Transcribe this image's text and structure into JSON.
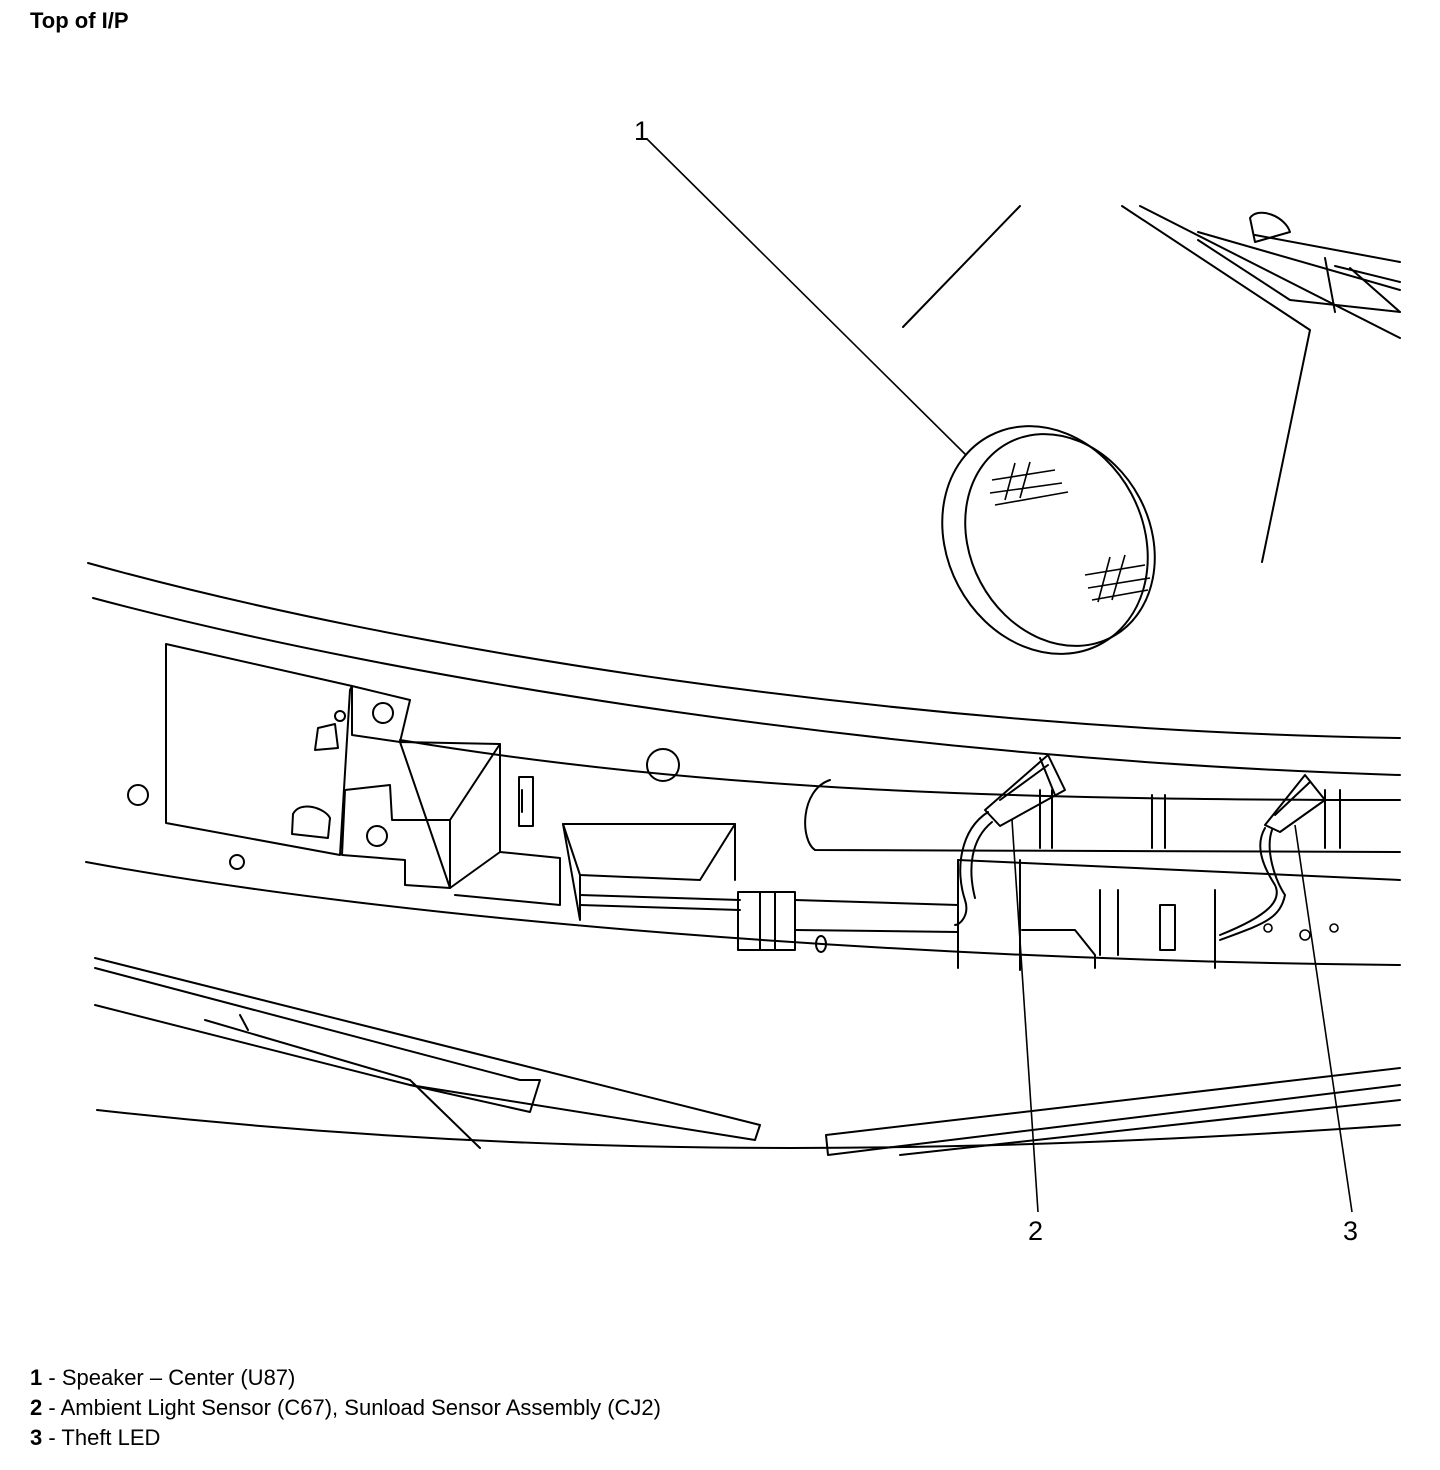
{
  "title": "Top of I/P",
  "callouts": [
    {
      "number": "1"
    },
    {
      "number": "2"
    },
    {
      "number": "3"
    }
  ],
  "legend": [
    {
      "number": "1",
      "separator": " - ",
      "text": "Speaker – Center (U87)"
    },
    {
      "number": "2",
      "separator": " - ",
      "text": "Ambient Light Sensor (C67), Sunload Sensor Assembly (CJ2)"
    },
    {
      "number": "3",
      "separator": " - ",
      "text": "Theft LED"
    }
  ]
}
